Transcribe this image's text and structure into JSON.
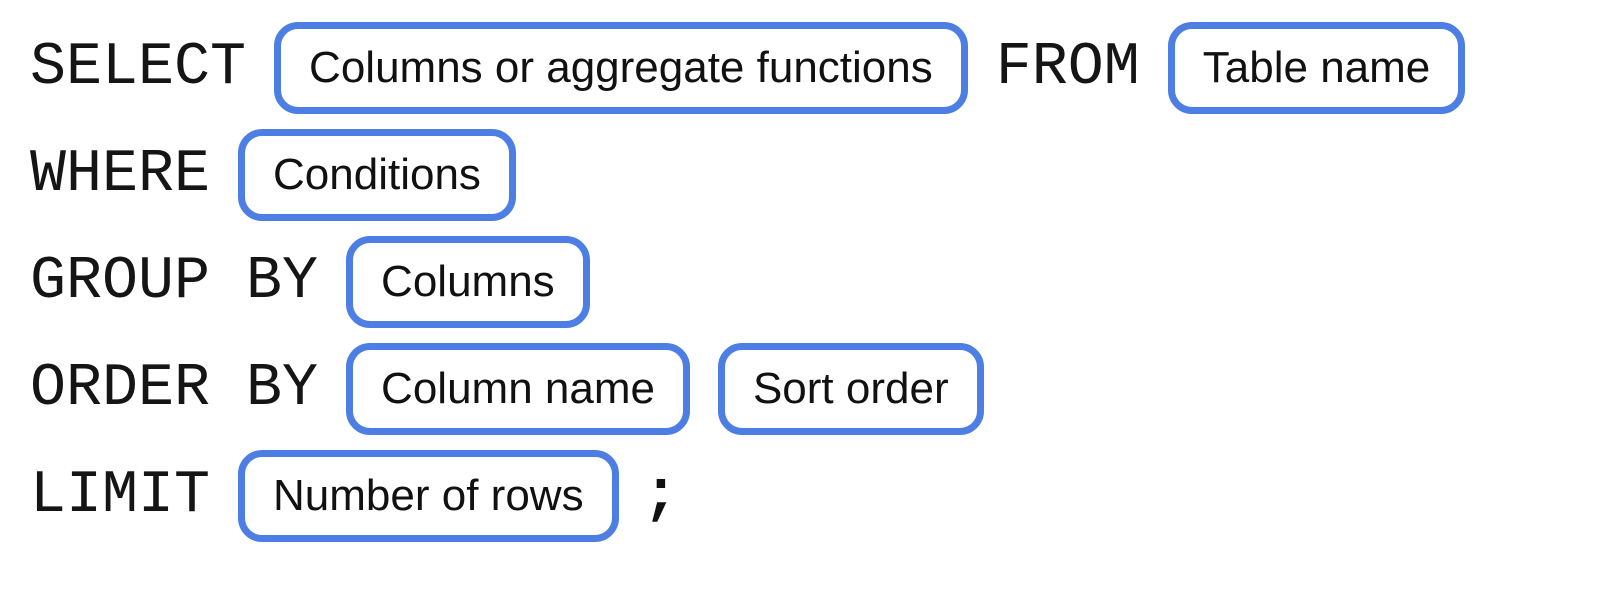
{
  "diagram": {
    "description": "SQL query syntax structure",
    "colors": {
      "box_border": "#4d7ee3",
      "keyword_text": "#151515",
      "label_text": "#111111",
      "background": "#ffffff"
    },
    "rows": [
      {
        "name": "select-from",
        "tokens": [
          {
            "type": "keyword",
            "text": "SELECT"
          },
          {
            "type": "box",
            "text": "Columns or aggregate functions"
          },
          {
            "type": "keyword",
            "text": "FROM"
          },
          {
            "type": "box",
            "text": "Table name"
          }
        ]
      },
      {
        "name": "where",
        "tokens": [
          {
            "type": "keyword",
            "text": "WHERE"
          },
          {
            "type": "box",
            "text": "Conditions"
          }
        ]
      },
      {
        "name": "group-by",
        "tokens": [
          {
            "type": "keyword",
            "text": "GROUP BY"
          },
          {
            "type": "box",
            "text": "Columns"
          }
        ]
      },
      {
        "name": "order-by",
        "tokens": [
          {
            "type": "keyword",
            "text": "ORDER BY"
          },
          {
            "type": "box",
            "text": "Column name"
          },
          {
            "type": "box",
            "text": "Sort order"
          }
        ]
      },
      {
        "name": "limit",
        "tokens": [
          {
            "type": "keyword",
            "text": "LIMIT"
          },
          {
            "type": "box",
            "text": "Number of rows"
          },
          {
            "type": "punctuation",
            "text": ";"
          }
        ]
      }
    ]
  }
}
